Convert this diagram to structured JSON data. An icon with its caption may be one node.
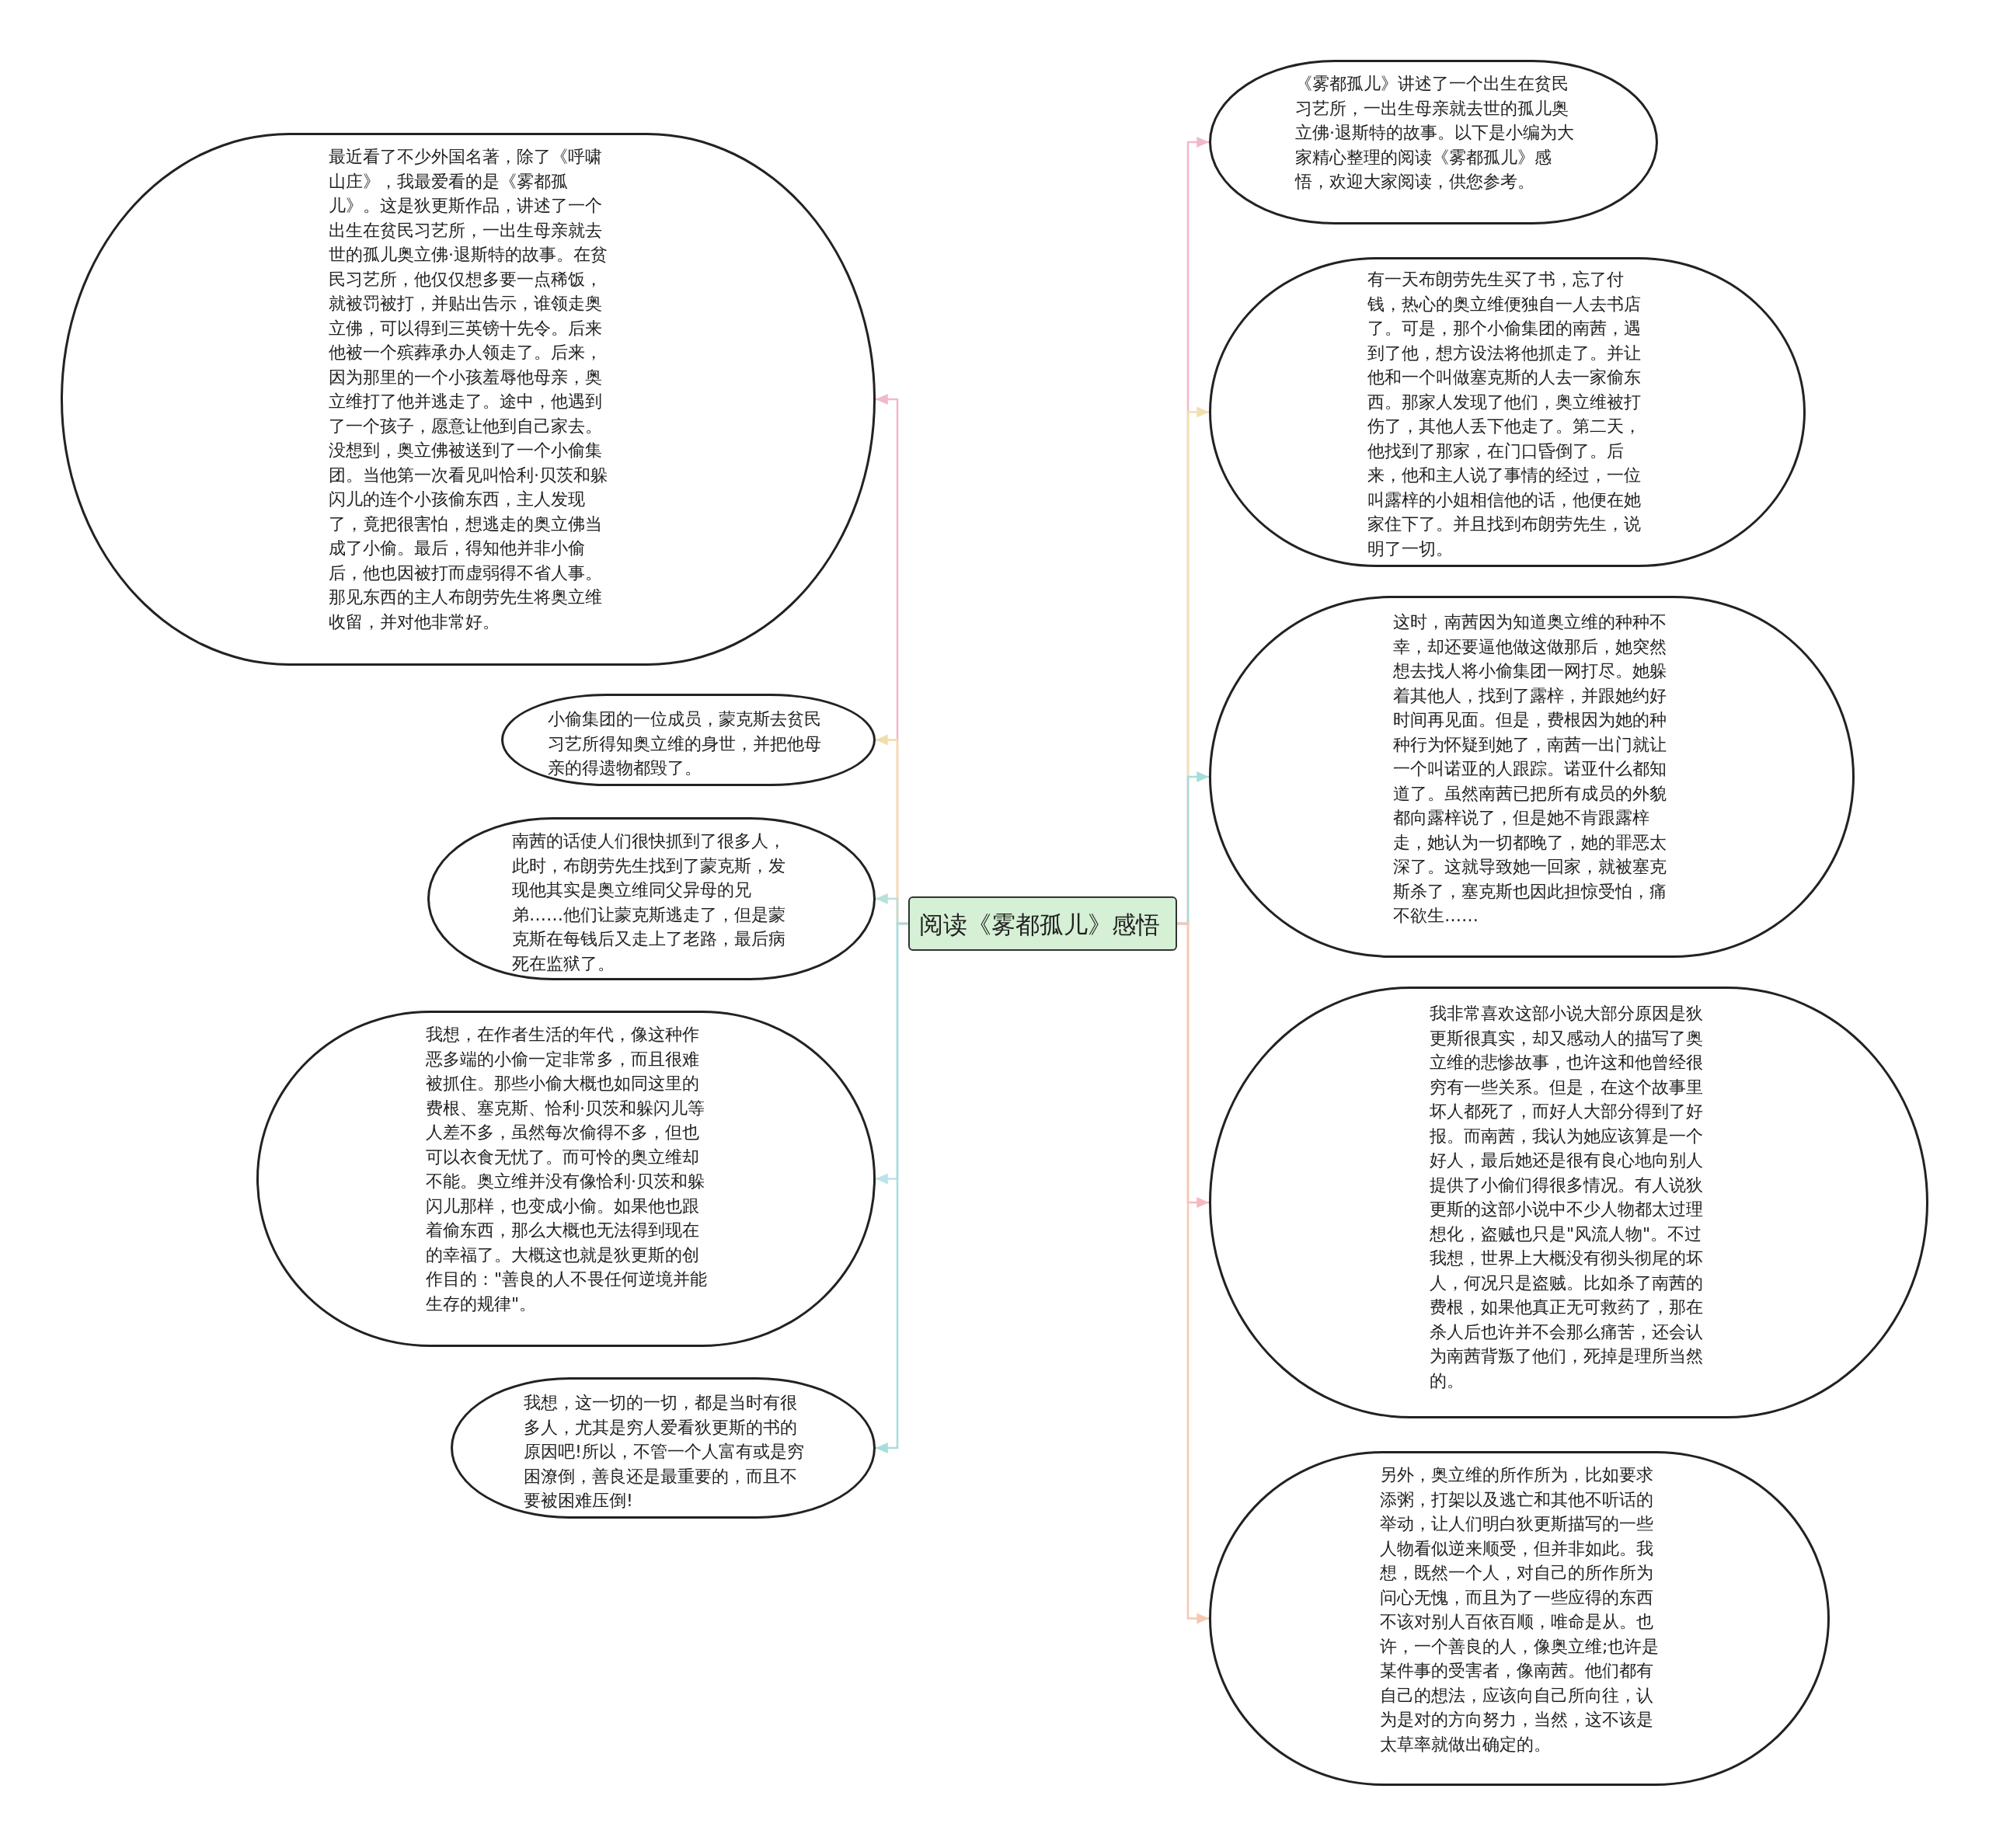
{
  "diagram": {
    "nodes": [
      {
        "text": [
          "阅读《雾都孤儿》感悟"
        ]
      },
      {
        "text": [
          "最近看了不少外国名著，除了《呼啸山庄》，我最爱看的是《雾都孤儿》。这是狄更斯作品，讲述了一个出生在贫民习艺所，一出生母亲就去世的孤儿奥立佛·退斯特的故事。在贫民习艺所，他仅仅想多要一点稀饭，就被罚被打，并贴出告示，谁领走奥立佛，可以得到三英镑十先令。后来他被一个殡葬承办人领走了。后来，因为那里的一个小孩羞辱他母亲，奥立维打了他并逃走了。途中，他遇到了一个孩子，愿意让他到自己家去。没想到，奥立佛被送到了一个小偷集团。当他第一次看见叫恰利·贝茨和躲闪儿的连个小孩偷东西，主人发现了，竟把很害怕，想逃走的奥立佛当成了小偷。最后，得知他并非小偷后，他也因被打而虚弱得不省人事。那见东西的主人布朗劳先生将奥立维收留，并对他非常好。"
        ]
      },
      {
        "text": [
          "小偷集团的一位成员，蒙克斯去贫民习艺所得知奥立维的身世，并把他母亲的得遗物都毁了。"
        ]
      },
      {
        "text": [
          "南茜的话使人们很快抓到了很多人，此时，布朗劳先生找到了蒙克斯，发现他其实是奥立维同父异母的兄弟……他们让蒙克斯逃走了，但是蒙克斯在每钱后又走上了老路，最后病死在监狱了。"
        ]
      },
      {
        "text": [
          "我想，在作者生活的年代，像这种作恶多端的小偷一定非常多，而且很难被抓住。那些小偷大概也如同这里的费根、塞克斯、恰利·贝茨和躲闪儿等人差不多，虽然每次偷得不多，但也可以衣食无忧了。而可怜的奥立维却不能。奥立维并没有像恰利·贝茨和躲闪儿那样，也变成小偷。如果他也跟着偷东西，那么大概也无法得到现在的幸福了。大概这也就是狄更斯的创作目的：\"善良的人不畏任何逆境并能生存的规律\"。"
        ]
      },
      {
        "text": [
          "我想，这一切的一切，都是当时有很多人，尤其是穷人爱看狄更斯的书的原因吧!所以，不管一个人富有或是穷困潦倒，善良还是最重要的，而且不要被困难压倒!"
        ]
      },
      {
        "text": [
          "《雾都孤儿》讲述了一个出生在贫民习艺所，一出生母亲就去世的孤儿奥立佛·退斯特的故事。以下是小编为大家精心整理的阅读《雾都孤儿》感悟，欢迎大家阅读，供您参考。"
        ]
      },
      {
        "text": [
          "有一天布朗劳先生买了书，忘了付钱，热心的奥立维便独自一人去书店了。可是，那个小偷集团的南茜，遇到了他，想方设法将他抓走了。并让他和一个叫做塞克斯的人去一家偷东西。那家人发现了他们，奥立维被打伤了，其他人丢下他走了。第二天，他找到了那家，在门口昏倒了。后来，他和主人说了事情的经过，一位叫露梓的小姐相信他的话，他便在她家住下了。并且找到布朗劳先生，说明了一切。"
        ]
      },
      {
        "text": [
          "这时，南茜因为知道奥立维的种种不幸，却还要逼他做这做那后，她突然想去找人将小偷集团一网打尽。她躲着其他人，找到了露梓，并跟她约好时间再见面。但是，费根因为她的种种行为怀疑到她了，南茜一出门就让一个叫诺亚的人跟踪。诺亚什么都知道了。虽然南茜已把所有成员的外貌都向露梓说了，但是她不肯跟露梓走，她认为一切都晚了，她的罪恶太深了。这就导致她一回家，就被塞克斯杀了，塞克斯也因此担惊受怕，痛不欲生……"
        ]
      },
      {
        "text": [
          "我非常喜欢这部小说大部分原因是狄更斯很真实，却又感动人的描写了奥立维的悲惨故事，也许这和他曾经很穷有一些关系。但是，在这个故事里坏人都死了，而好人大部分得到了好报。而南茜，我认为她应该算是一个好人，最后她还是很有良心地向别人提供了小偷们得很多情况。有人说狄更斯的这部小说中不少人物都太过理想化，盗贼也只是\"风流人物\"。不过我想，世界上大概没有彻头彻尾的坏人，何况只是盗贼。比如杀了南茜的费根，如果他真正无可救药了，那在杀人后也许并不会那么痛苦，还会认为南茜背叛了他们，死掉是理所当然的。"
        ]
      },
      {
        "text": [
          "另外，奥立维的所作所为，比如要求添粥，打架以及逃亡和其他不听话的举动，让人们明白狄更斯描写的一些人物看似逆来顺受，但并非如此。我想，既然一个人，对自己的所作所为问心无愧，而且为了一些应得的东西不该对别人百依百顺，唯命是从。也许，一个善良的人，像奥立维;也许是某件事的受害者，像南茜。他们都有自己的想法，应该向自己所向往，认为是对的方向努力，当然，这不该是太草率就做出确定的。"
        ]
      }
    ],
    "edges": [
      {
        "from": 0,
        "to": 1,
        "arrow": "to",
        "color": "#f2b8c6"
      },
      {
        "from": 0,
        "to": 2,
        "arrow": "to",
        "color": "#f2dcae"
      },
      {
        "from": 0,
        "to": 3,
        "arrow": "to",
        "color": "#b8e0d8"
      },
      {
        "from": 0,
        "to": 4,
        "arrow": "to",
        "color": "#b8e4ec"
      },
      {
        "from": 0,
        "to": 5,
        "arrow": "to",
        "color": "#a8dcdc"
      },
      {
        "from": 0,
        "to": 6,
        "arrow": "to",
        "color": "#f2b8c6"
      },
      {
        "from": 0,
        "to": 7,
        "arrow": "to",
        "color": "#f0e0b0"
      },
      {
        "from": 0,
        "to": 8,
        "arrow": "to",
        "color": "#a8dcdc"
      },
      {
        "from": 0,
        "to": 9,
        "arrow": "to",
        "color": "#f4b8c0"
      },
      {
        "from": 0,
        "to": 10,
        "arrow": "to",
        "color": "#f6c8b0"
      }
    ]
  }
}
